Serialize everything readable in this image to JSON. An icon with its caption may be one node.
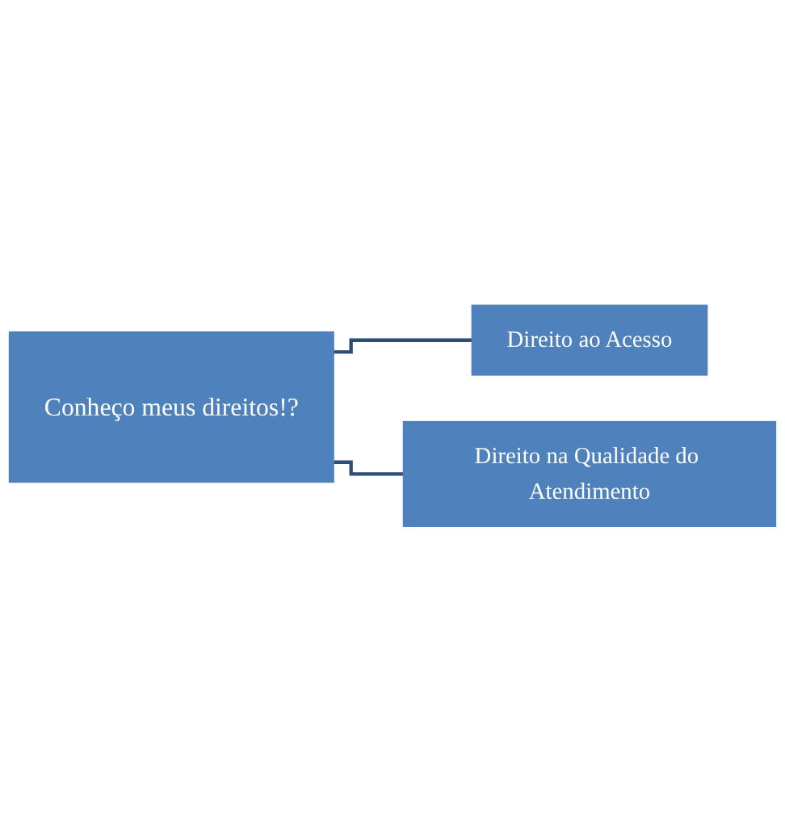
{
  "diagram": {
    "nodes": [
      {
        "text": [
          "Conheço meus direitos!?"
        ]
      },
      {
        "text": [
          "Direito ao Acesso"
        ]
      },
      {
        "text": [
          "Direito na Qualidade do Atendimento"
        ]
      }
    ],
    "edges": [
      {
        "from": 0,
        "to": 1,
        "arrow": "none"
      },
      {
        "from": 0,
        "to": 2,
        "arrow": "none"
      }
    ]
  }
}
